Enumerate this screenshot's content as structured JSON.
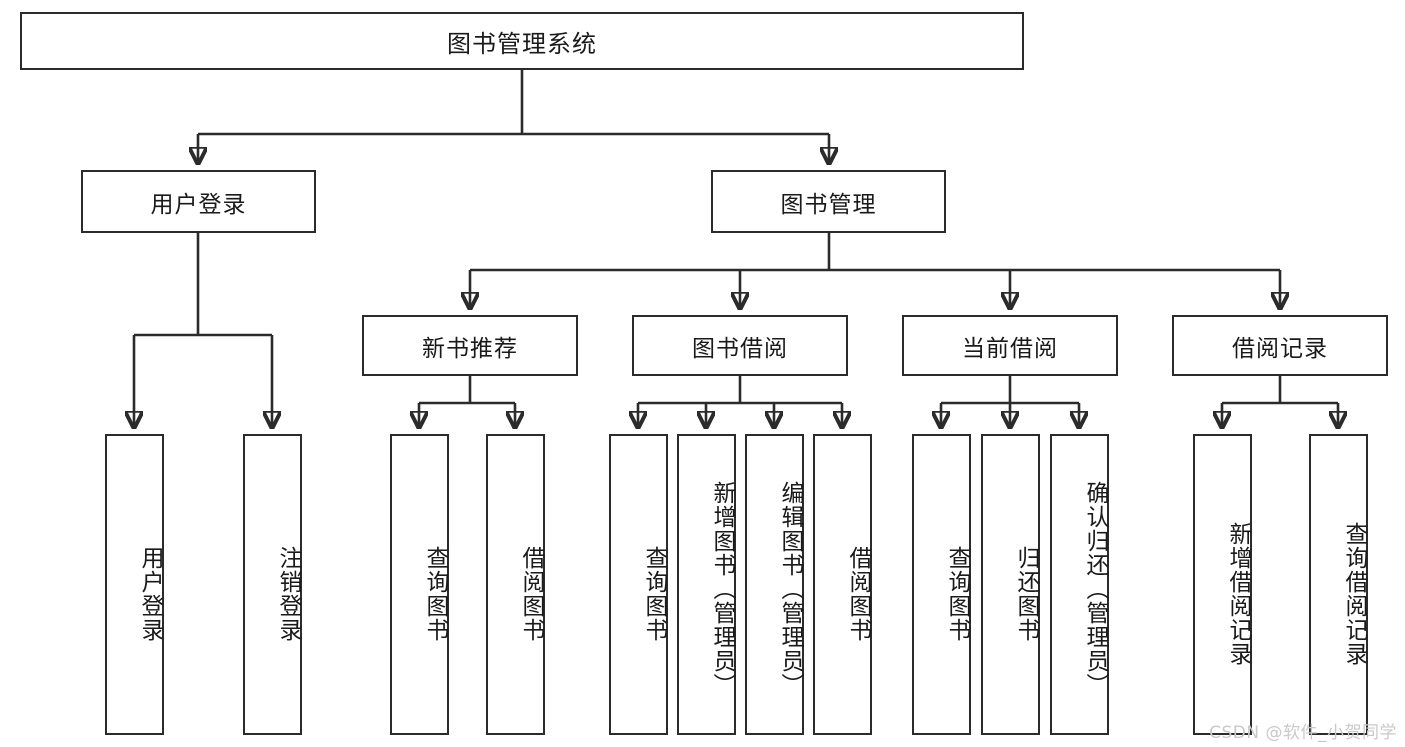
{
  "diagram": {
    "type": "tree",
    "title": "图书管理系统",
    "watermark": "CSDN @软件_小贺同学",
    "root": {
      "id": "root",
      "label": "图书管理系统"
    },
    "level2": [
      {
        "id": "user-login",
        "label": "用户登录"
      },
      {
        "id": "book-manage",
        "label": "图书管理"
      }
    ],
    "level3": [
      {
        "id": "new-book-recommend",
        "label": "新书推荐",
        "parent": "book-manage"
      },
      {
        "id": "book-borrow",
        "label": "图书借阅",
        "parent": "book-manage"
      },
      {
        "id": "current-borrow",
        "label": "当前借阅",
        "parent": "book-manage"
      },
      {
        "id": "borrow-record",
        "label": "借阅记录",
        "parent": "book-manage"
      }
    ],
    "leaves": {
      "user-login": [
        {
          "id": "leaf-user-login",
          "label": "用户登录"
        },
        {
          "id": "leaf-logout",
          "label": "注销登录"
        }
      ],
      "new-book-recommend": [
        {
          "id": "leaf-query-book-1",
          "label": "查询图书"
        },
        {
          "id": "leaf-borrow-book-1",
          "label": "借阅图书"
        }
      ],
      "book-borrow": [
        {
          "id": "leaf-query-book-2",
          "label": "查询图书"
        },
        {
          "id": "leaf-add-book",
          "label": "新增图书（管理员）"
        },
        {
          "id": "leaf-edit-book",
          "label": "编辑图书（管理员）"
        },
        {
          "id": "leaf-borrow-book-2",
          "label": "借阅图书"
        }
      ],
      "current-borrow": [
        {
          "id": "leaf-query-book-3",
          "label": "查询图书"
        },
        {
          "id": "leaf-return-book",
          "label": "归还图书"
        },
        {
          "id": "leaf-confirm-return",
          "label": "确认归还（管理员）"
        }
      ],
      "borrow-record": [
        {
          "id": "leaf-add-record",
          "label": "新增借阅记录"
        },
        {
          "id": "leaf-query-record",
          "label": "查询借阅记录"
        }
      ]
    },
    "colors": {
      "stroke": "#2b2b2b",
      "fill": "#ffffff",
      "text": "#1a1a1a",
      "watermark": "#c9c9c9"
    }
  }
}
